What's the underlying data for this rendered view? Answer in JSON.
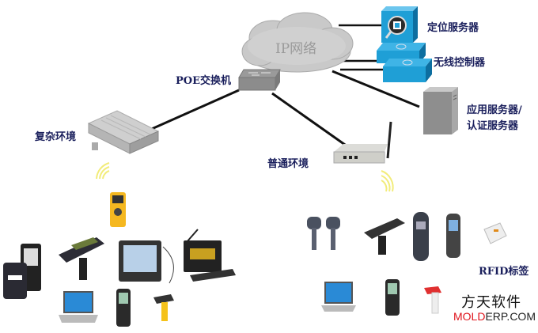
{
  "nodes": {
    "cloud": {
      "label": "IP网络"
    },
    "poe_switch": {
      "label": "POE交换机"
    },
    "location_server": {
      "label": "定位服务器"
    },
    "wireless_controller": {
      "label": "无线控制器"
    },
    "app_server": {
      "label_line1": "应用服务器/",
      "label_line2": "认证服务器"
    },
    "outdoor_ap": {
      "label": "复杂环境"
    },
    "indoor_ap": {
      "label": "普通环境"
    },
    "rfid_tag": {
      "label": "RFID标签"
    }
  },
  "device_groups": {
    "complex_environment": [
      "printer",
      "pda-phone",
      "gun-scanner-terminal",
      "multimeter",
      "rugged-tablet",
      "vehicle-terminal",
      "laptop",
      "handheld-terminal",
      "barcode-scanner"
    ],
    "normal_environment": [
      "barcode-scanner",
      "barcode-scanner",
      "gun-scanner-terminal",
      "cordless-phone",
      "wifi-phone",
      "rfid-tag",
      "laptop",
      "handheld-terminal",
      "barcode-scanner"
    ]
  },
  "watermark": {
    "line1": "方天软件",
    "red_part": "MOLD",
    "rest": "ERP.COM"
  },
  "colors": {
    "label": "#1a1f5c",
    "accent_blue": "#1f9fd6",
    "watermark_red": "#e0141c",
    "wifi_yellow": "#f2ec7a"
  }
}
